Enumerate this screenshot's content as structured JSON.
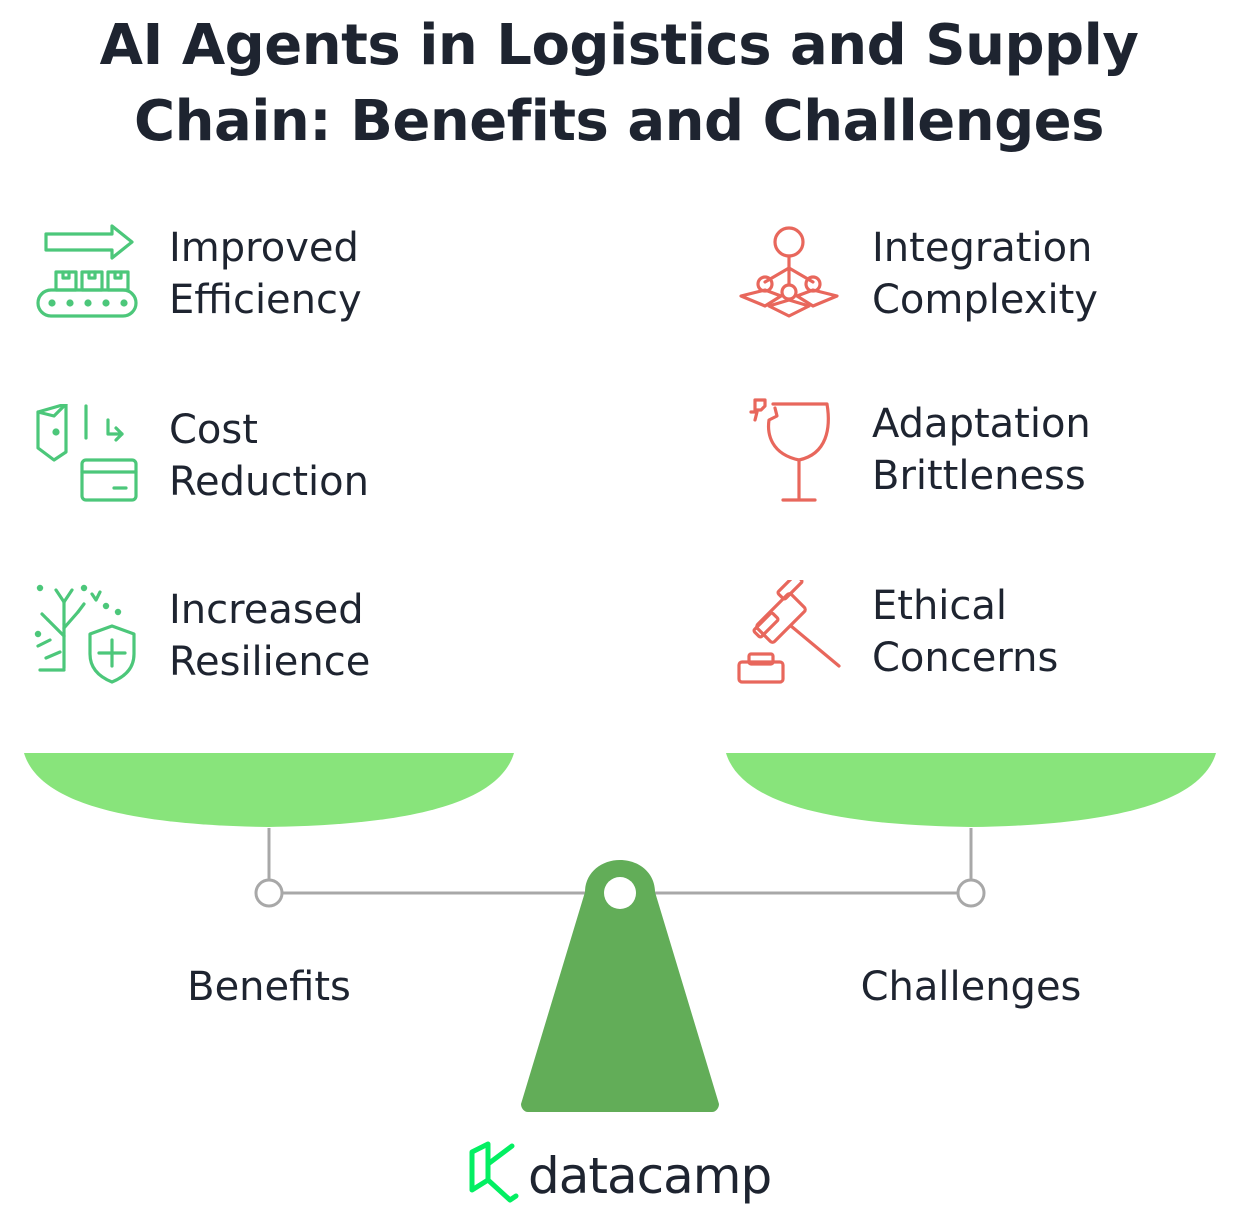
{
  "title": {
    "line1": "AI Agents in Logistics and Supply",
    "line2": "Chain: Benefits and Challenges"
  },
  "benefits": {
    "label": "Benefits",
    "color": "#4cc77a",
    "items": [
      {
        "line1": "Improved",
        "line2": "Efficiency",
        "icon": "conveyor-belt-icon"
      },
      {
        "line1": "Cost",
        "line2": "Reduction",
        "icon": "wallet-card-icon"
      },
      {
        "line1": "Increased",
        "line2": "Resilience",
        "icon": "tree-shield-icon"
      }
    ]
  },
  "challenges": {
    "label": "Challenges",
    "color": "#e8675c",
    "items": [
      {
        "line1": "Integration",
        "line2": "Complexity",
        "icon": "network-hierarchy-icon"
      },
      {
        "line1": "Adaptation",
        "line2": "Brittleness",
        "icon": "broken-glass-icon"
      },
      {
        "line1": "Ethical",
        "line2": "Concerns",
        "icon": "gavel-icon"
      }
    ]
  },
  "scale_colors": {
    "pans": "#88e47b",
    "base": "#62ad58",
    "beam": "#a8a8a8"
  },
  "logo": {
    "text": "datacamp",
    "color": "#03ef62"
  }
}
